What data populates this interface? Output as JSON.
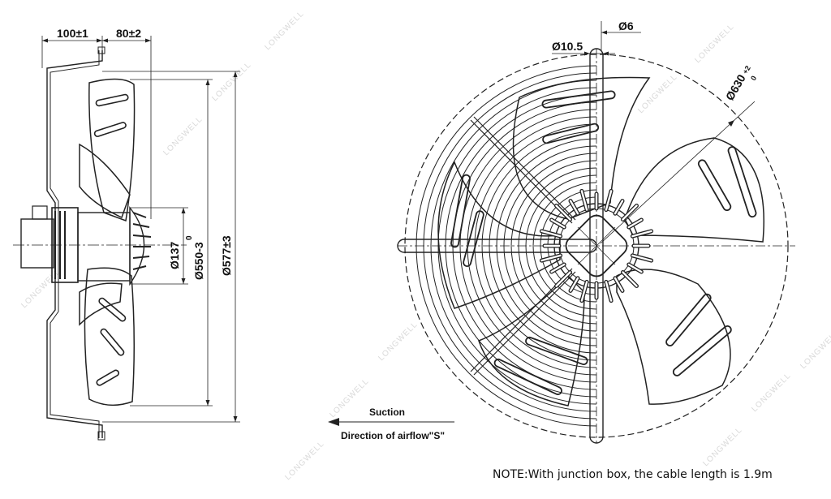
{
  "side_view": {
    "dim_mount_offset": "100±1",
    "dim_blade_offset": "80±2",
    "dim_hub": "Ø137",
    "dim_blade_tol": "0",
    "dim_blade": "Ø550-3",
    "dim_guard": "Ø577±3"
  },
  "front_view": {
    "dim_hole": "Ø6",
    "dim_rod": "Ø10.5",
    "dim_ring": "Ø630",
    "dim_ring_tol_upper": "+2",
    "dim_ring_tol_lower": "0"
  },
  "airflow": {
    "label_suction": "Suction",
    "label_direction": "Direction of airflow\"S\""
  },
  "note": "NOTE:With junction box, the cable length is 1.9m",
  "watermark": "LONGWELL",
  "colors": {
    "line": "#222222",
    "watermark": "#d9d9d9",
    "background": "#ffffff"
  }
}
